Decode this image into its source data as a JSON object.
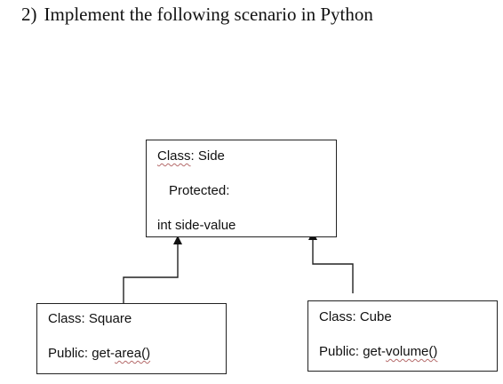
{
  "heading": {
    "number": "2)",
    "text": "Implement the following scenario in Python"
  },
  "side_box": {
    "class_keyword": "Class",
    "class_rest": ": Side",
    "protected": "Protected:",
    "attribute": "int side-value"
  },
  "square_box": {
    "class_line": "Class:  Square",
    "public_prefix": "Public:  get-",
    "method": "area()"
  },
  "cube_box": {
    "class_line": "Class:  Cube",
    "public_prefix": "Public:  get-",
    "method": "volume()"
  },
  "colors": {
    "line": "#222222",
    "spellcheck_underline": "#b56b6b"
  }
}
